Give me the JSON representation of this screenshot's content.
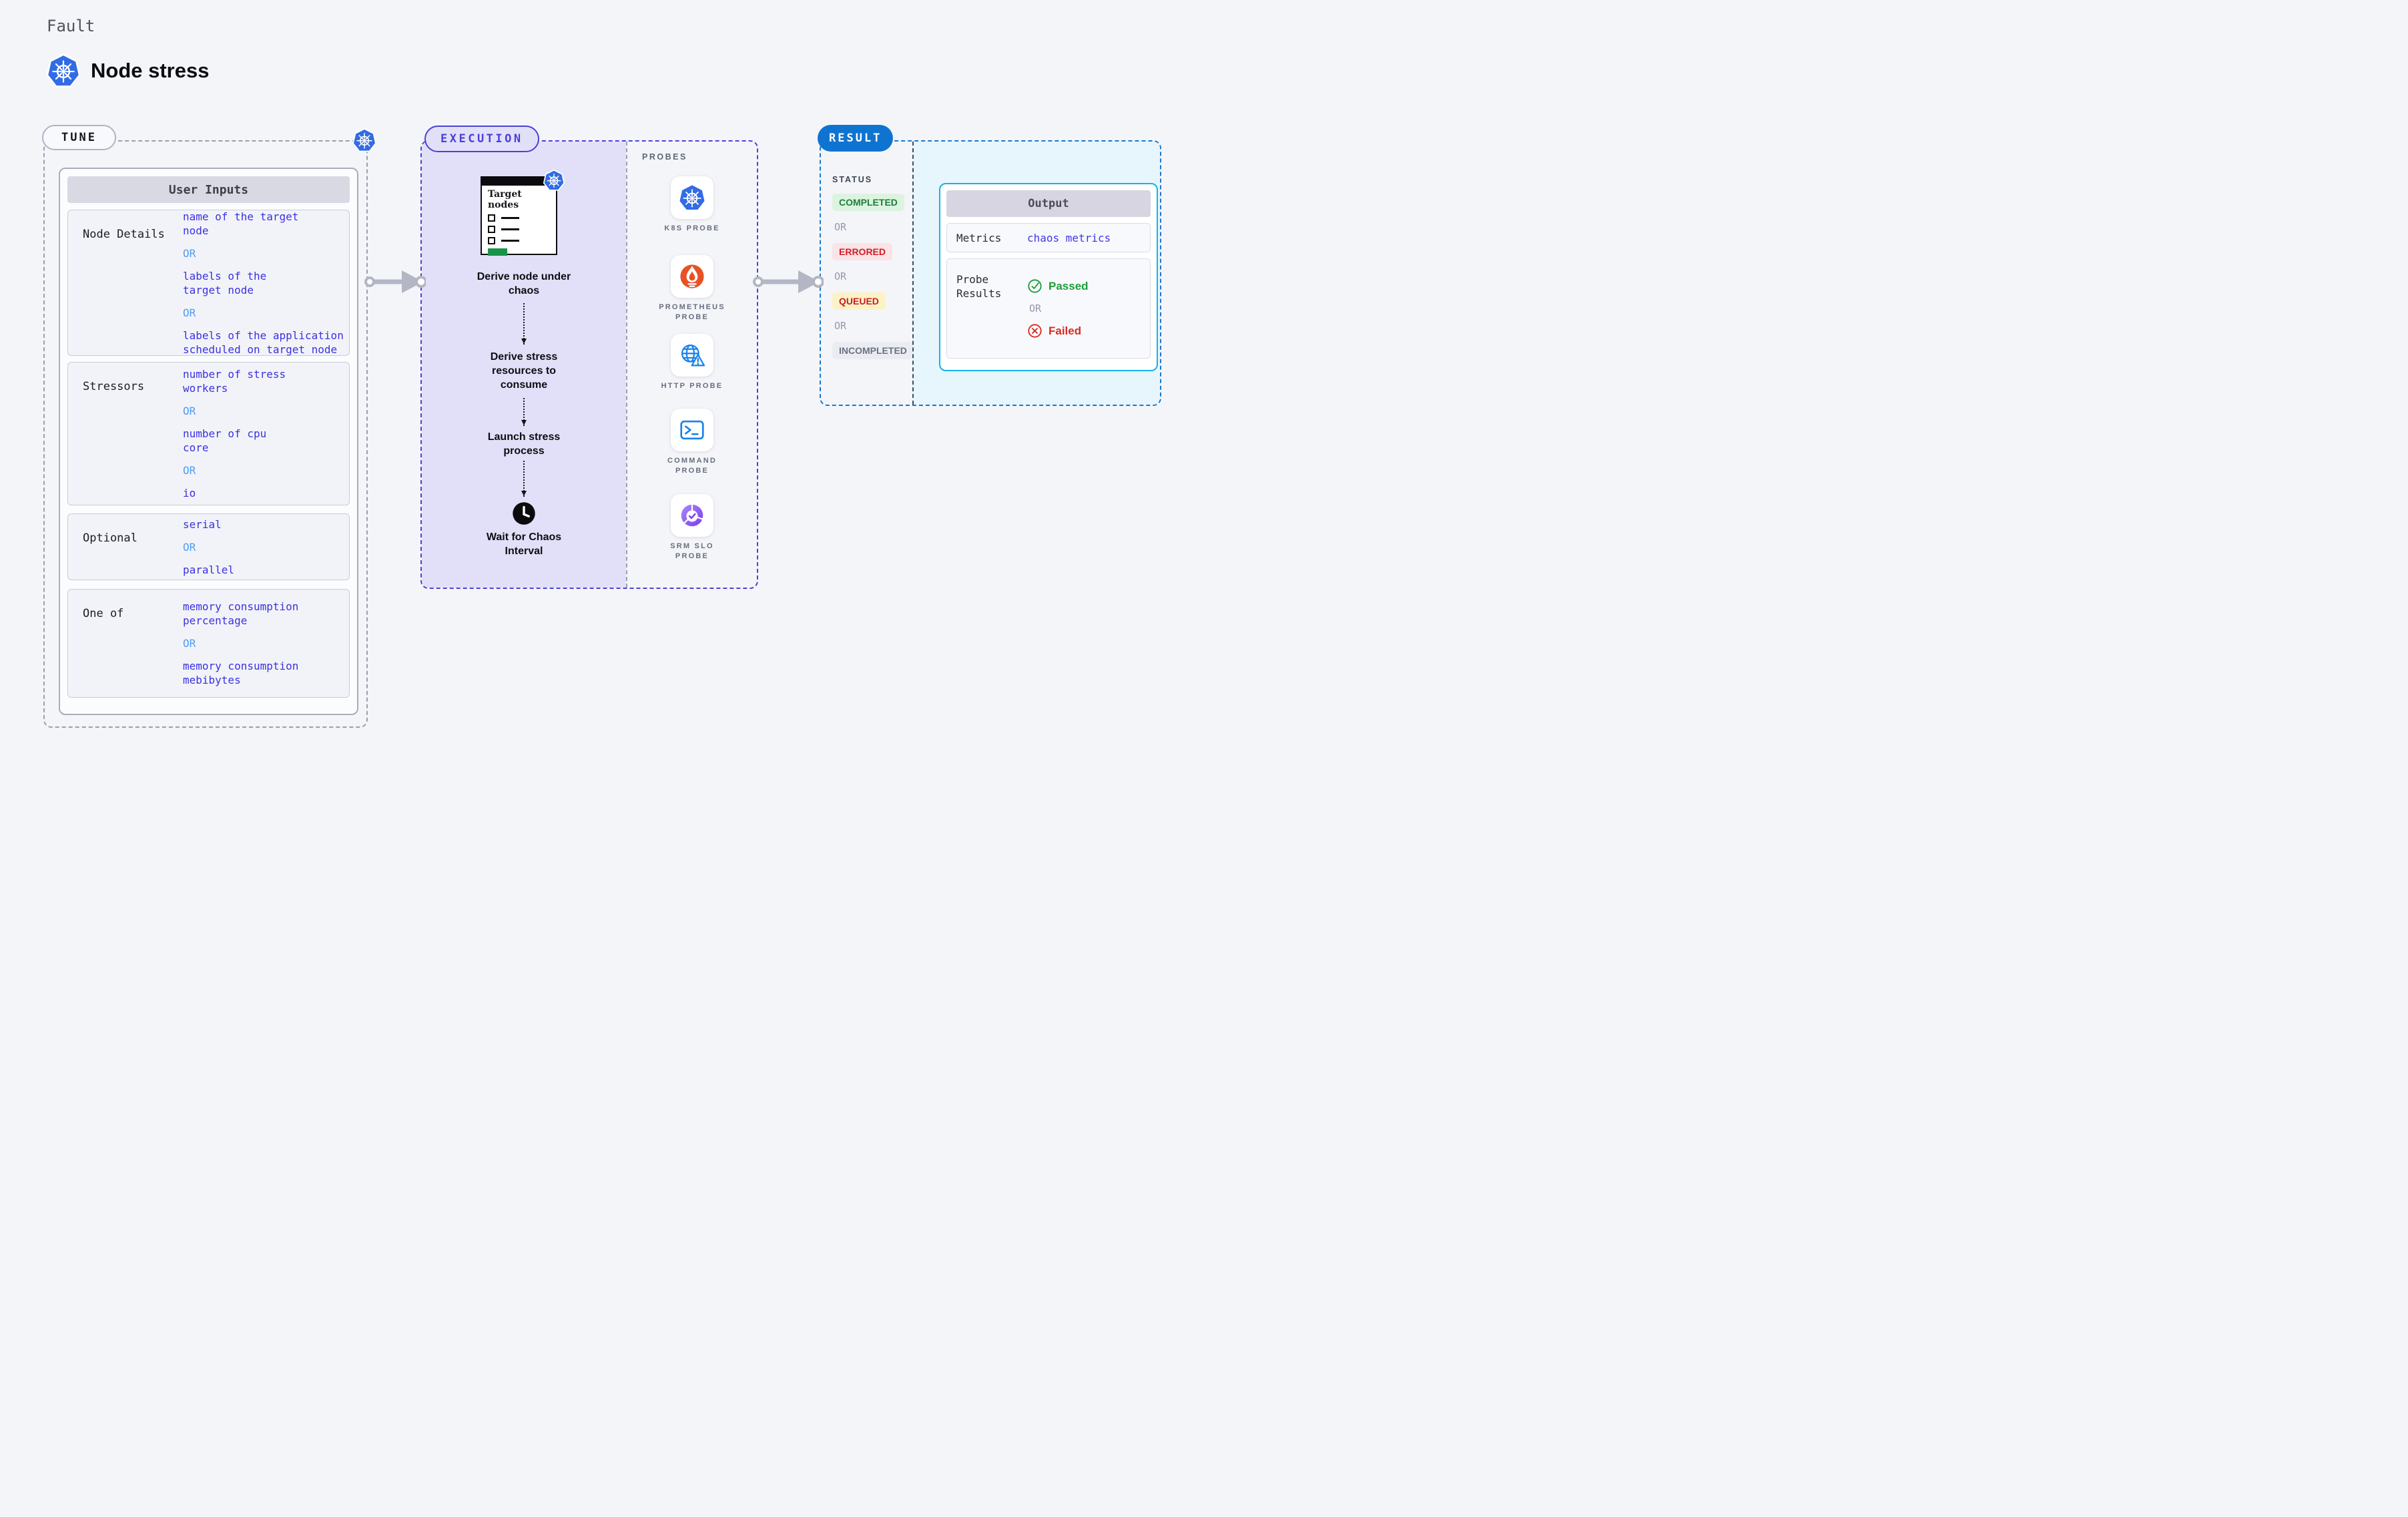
{
  "header": {
    "eyebrow": "Fault",
    "title": "Node stress",
    "logo_icon": "kubernetes-icon"
  },
  "tune": {
    "pill_label": "TUNE",
    "corner_icon": "kubernetes-icon",
    "table_header": "User Inputs",
    "rows": [
      {
        "label": "Node Details",
        "values": [
          "name of the target\nnode",
          "OR",
          "labels of the\ntarget node",
          "OR",
          "labels of the application\n scheduled on target node"
        ]
      },
      {
        "label": "Stressors",
        "values": [
          "number of stress\nworkers",
          "OR",
          "number of cpu\ncore",
          "OR",
          "io"
        ]
      },
      {
        "label": "Optional",
        "values": [
          "serial",
          "OR",
          "parallel"
        ]
      },
      {
        "label": "One of",
        "values": [
          "memory consumption\npercentage",
          "OR",
          "memory consumption\nmebibytes"
        ]
      }
    ]
  },
  "execution": {
    "pill_label": "EXECUTION",
    "checklist_title": "Target nodes",
    "checklist_icon": "kubernetes-icon",
    "steps": [
      "Derive node under\nchaos",
      "Derive stress\nresources to\nconsume",
      "Launch stress\nprocess",
      "Wait for Chaos\nInterval"
    ],
    "wait_icon": "clock-icon"
  },
  "probes": {
    "section_label": "PROBES",
    "items": [
      {
        "label": "K8S PROBE",
        "icon": "kubernetes-icon"
      },
      {
        "label": "PROMETHEUS\nPROBE",
        "icon": "prometheus-icon"
      },
      {
        "label": "HTTP PROBE",
        "icon": "http-globe-warning-icon"
      },
      {
        "label": "COMMAND\nPROBE",
        "icon": "terminal-icon"
      },
      {
        "label": "SRM SLO\nPROBE",
        "icon": "slo-pie-check-icon"
      }
    ]
  },
  "result": {
    "pill_label": "RESULT",
    "status_label": "STATUS",
    "status_options": [
      "COMPLETED",
      "OR",
      "ERRORED",
      "OR",
      "QUEUED",
      "OR",
      "INCOMPLETED"
    ],
    "output": {
      "header": "Output",
      "metrics_label": "Metrics",
      "metrics_value": "chaos metrics",
      "probe_results_label": "Probe\nResults",
      "passed_label": "Passed",
      "or_label": "OR",
      "failed_label": "Failed",
      "passed_icon": "check-circle-icon",
      "failed_icon": "x-circle-icon"
    }
  },
  "colors": {
    "page_background": "#f4f5f9",
    "accent_indigo": "#4b41d8",
    "value_blue": "#3a31e2",
    "or_light_blue": "#4f9df5",
    "result_pill_blue": "#0f74d1",
    "output_cyan": "#12b2ea",
    "success_green": "#1a7f37",
    "error_red": "#d21c28",
    "queued_bg_yellow": "#fcf2c5",
    "execution_panel_purple": "#e2e0f8",
    "kubernetes_blue": "#326ce5",
    "prometheus_orange": "#e75225",
    "arrow_gray": "#b3b6c3"
  }
}
